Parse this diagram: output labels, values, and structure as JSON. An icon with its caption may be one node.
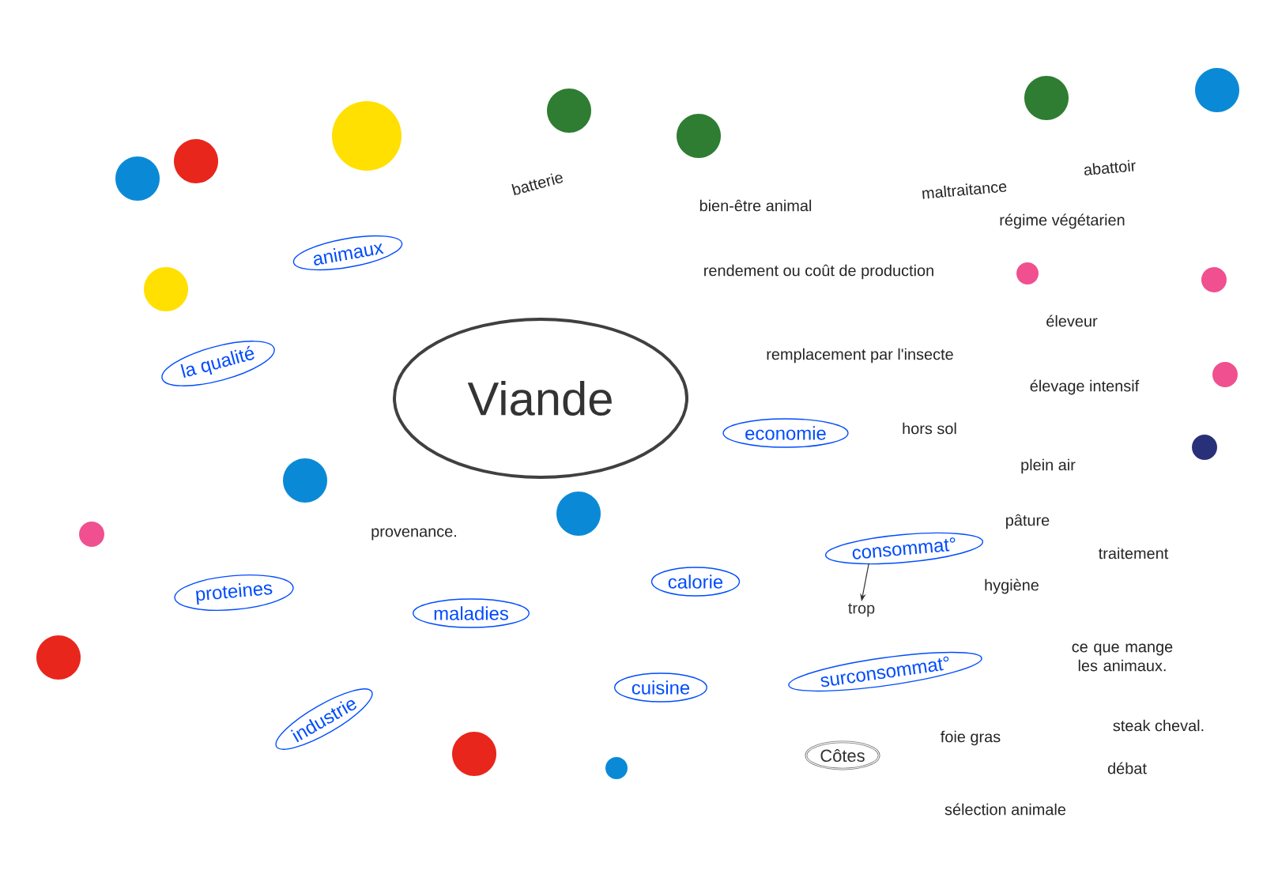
{
  "diagram": {
    "nodes": [
      {
        "text": [
          "Viande"
        ]
      },
      {
        "text": [
          "animaux"
        ]
      },
      {
        "text": [
          "la qualité"
        ]
      },
      {
        "text": [
          "proteines"
        ]
      },
      {
        "text": [
          "maladies"
        ]
      },
      {
        "text": [
          "industrie"
        ]
      },
      {
        "text": [
          "calorie"
        ]
      },
      {
        "text": [
          "cuisine"
        ]
      },
      {
        "text": [
          "economie"
        ]
      },
      {
        "text": [
          "consommat°"
        ]
      },
      {
        "text": [
          "trop"
        ]
      },
      {
        "text": [
          "surconsommat°"
        ]
      },
      {
        "text": [
          "Côtes"
        ]
      }
    ],
    "edges": [
      {
        "from": 9,
        "to": 10,
        "arrow": "to"
      }
    ],
    "labels": [
      "batterie",
      "bien-être animal",
      "maltraitance",
      "abattoir",
      "régime végétarien",
      "rendement ou coût de production",
      "éleveur",
      "remplacement par l'insecte",
      "élevage intensif",
      "hors sol",
      "plein air",
      "provenance.",
      "pâture",
      "traitement",
      "hygiène",
      "ce que mange les animaux.",
      "foie gras",
      "steak cheval.",
      "débat",
      "sélection animale"
    ]
  }
}
